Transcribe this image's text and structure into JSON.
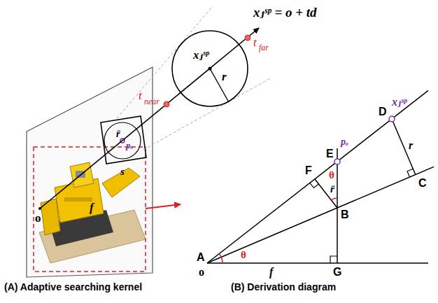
{
  "diagram": {
    "nodes": [
      {
        "text": [
          "xⱼˢᵖ",
          "r"
        ]
      }
    ],
    "labels": [
      "xⱼˢᵖ = o + td",
      "t",
      "far",
      "t",
      "near",
      "r̈",
      "pₒ",
      "s",
      "o",
      "f",
      "A",
      "o",
      "f",
      "G",
      "B",
      "E",
      "pₒ",
      "F",
      "θ",
      "θ",
      "r̈",
      "C",
      "D",
      "xⱼˢᵖ",
      "r",
      "(A) Adaptive searching kernel",
      "(B) Derivation diagram"
    ]
  }
}
